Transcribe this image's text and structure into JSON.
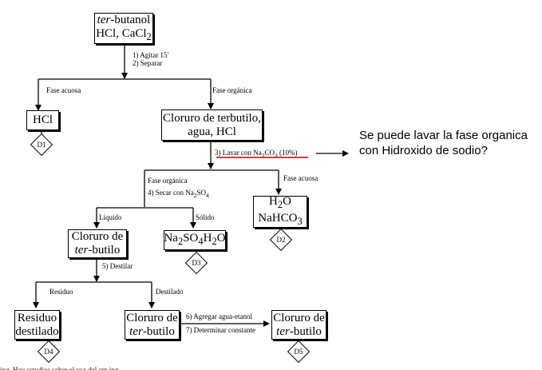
{
  "boxes": {
    "start": {
      "line1_italic": "ter",
      "line1_rest": "-butanol",
      "line2_a": "HCl, CaCl",
      "line2_sub": "2"
    },
    "hcl": {
      "text": "HCl"
    },
    "cloruro1": {
      "line1": "Cloruro de terbutilo,",
      "line2": "agua, HCl"
    },
    "h2o": {
      "line1_a": "H",
      "line1_sub": "2",
      "line1_b": "O",
      "line2_a": "NaHCO",
      "line2_sub": "3"
    },
    "cloruro2": {
      "line1": "Cloruro de",
      "line2_italic": "ter",
      "line2_rest": "-butilo"
    },
    "sulfate": {
      "a": "Na",
      "sub1": "2",
      "b": "SO",
      "sub2": "4",
      "c": "H",
      "sub3": "2",
      "d": "O"
    },
    "residuo": {
      "line1": "Residuo",
      "line2": "destilado"
    },
    "cloruro3": {
      "line1": "Cloruro de",
      "line2_italic": "ter",
      "line2_rest": "-butilo"
    },
    "cloruro4": {
      "line1": "Cloruro de",
      "line2_italic": "ter",
      "line2_rest": "-butilo"
    }
  },
  "labels": {
    "step12_a": "1) Agitar 15'",
    "step12_b": "2) Separar",
    "fase_acuosa_1": "Fase acuosa",
    "fase_organica_1": "Fase orgánica",
    "step3_a": "3) Lavar con Na",
    "step3_sub": "2",
    "step3_b": "CO",
    "step3_sub2": "3",
    "step3_c": " (10%)",
    "fase_organica_2": "Fase orgánica",
    "step4_a": "4) Secar con Na",
    "step4_sub": "2",
    "step4_b": "SO",
    "step4_sub2": "4",
    "fase_acuosa_2": "Fase acuosa",
    "liquido": "Líquido",
    "solido": "Sólido",
    "step5": "5) Destilar",
    "residuo": "Residuo",
    "destilado": "Destilado",
    "step6": "6) Agregar agua-etanol",
    "step7": "7) Determinar constante"
  },
  "diamonds": [
    "D1",
    "D2",
    "D3",
    "D4",
    "D5"
  ],
  "comment": "Se puede lavar la fase organica con Hidroxido de sodio?",
  "bottom_text": "ing. Hay estudios sobre el uso del cm ing"
}
